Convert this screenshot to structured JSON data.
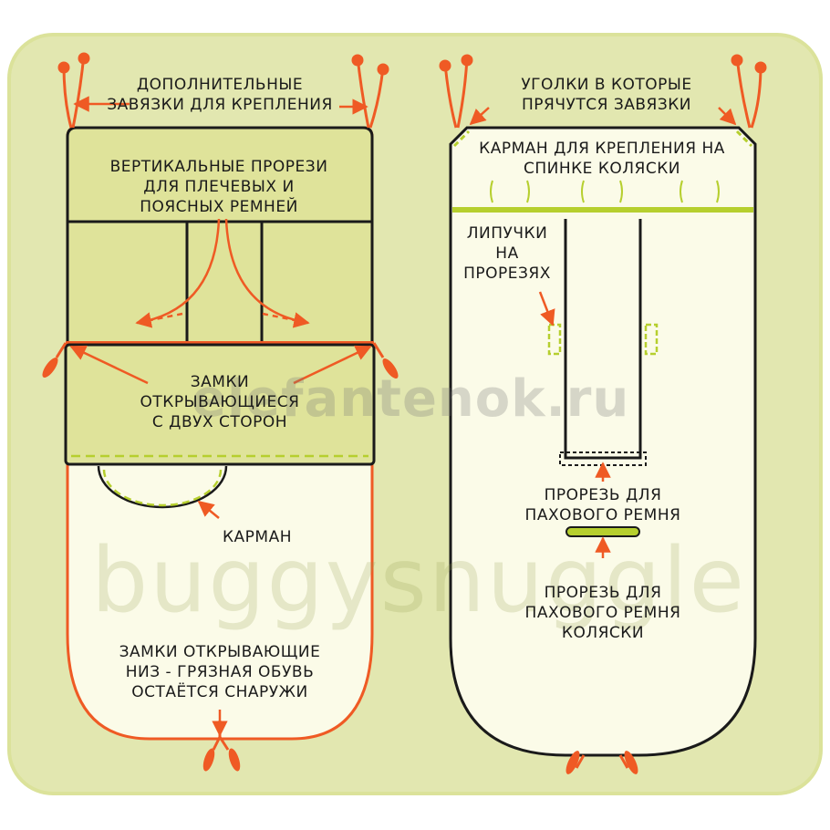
{
  "colors": {
    "frame": "#e2e7b0",
    "frame_border": "#dbe29a",
    "panel_light": "#fbfbe8",
    "panel_green": "#dfe39a",
    "outline": "#1a1a1a",
    "accent": "#ef5a24",
    "lime": "#b6cf2e"
  },
  "left": {
    "ties_label": "ДОПОЛНИТЕЛЬНЫЕ\nЗАВЯЗКИ ДЛЯ КРЕПЛЕНИЯ",
    "slits_label": "ВЕРТИКАЛЬНЫЕ ПРОРЕЗИ\nДЛЯ ПЛЕЧЕВЫХ И\nПОЯСНЫХ РЕМНЕЙ",
    "zippers_label": "ЗАМКИ\nОТКРЫВАЮЩИЕСЯ\nС ДВУХ СТОРОН",
    "pocket_label": "КАРМАН",
    "bottom_label": "ЗАМКИ ОТКРЫВАЮЩИЕ\nНИЗ - ГРЯЗНАЯ ОБУВЬ\nОСТАЁТСЯ СНАРУЖИ"
  },
  "right": {
    "corners_label": "УГОЛКИ В КОТОРЫЕ\nПРЯЧУТСЯ ЗАВЯЗКИ",
    "pocket_label": "КАРМАН ДЛЯ КРЕПЛЕНИЯ НА\nСПИНКЕ КОЛЯСКИ",
    "velcro_label": "ЛИПУЧКИ\nНА\nПРОРЕЗЯХ",
    "crotch_slit_label": "ПРОРЕЗЬ ДЛЯ\nПАХОВОГО РЕМНЯ",
    "stroller_slit_label": "ПРОРЕЗЬ ДЛЯ\nПАХОВОГО РЕМНЯ\nКОЛЯСКИ"
  },
  "watermarks": {
    "site": "elefantenok.ru",
    "brand": "buggysnuggle"
  }
}
